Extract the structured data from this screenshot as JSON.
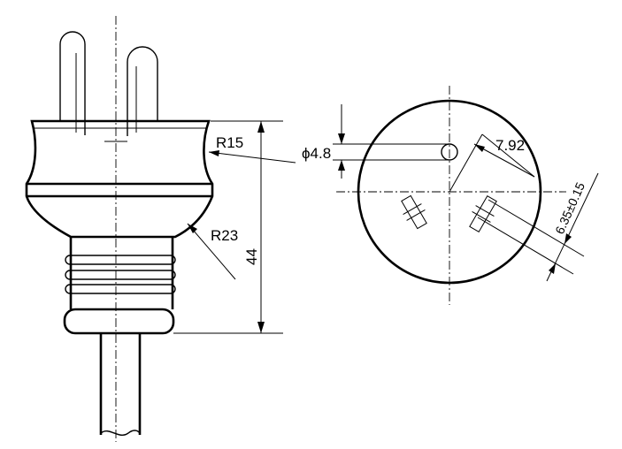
{
  "dimensions": {
    "side_top_radius": "R15",
    "side_bottom_radius": "R23",
    "overall_height": "44",
    "pin_diameter": "ϕ4.8",
    "pin_offset": "7.92",
    "blade_width": "6.35±0.15"
  },
  "colors": {
    "ink": "#000000",
    "background": "#ffffff"
  }
}
